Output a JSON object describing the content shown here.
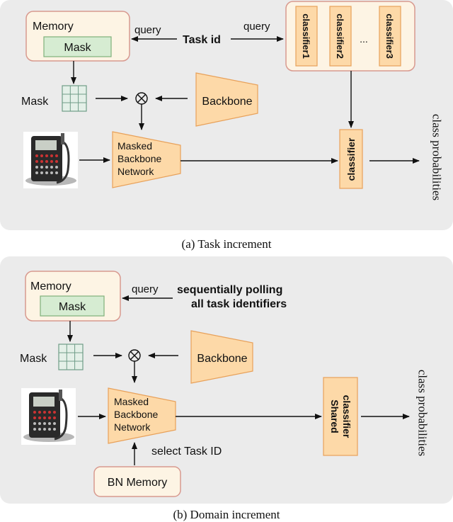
{
  "panel_a": {
    "memory_title": "Memory",
    "mask_label": "Mask",
    "query_left": "query",
    "task_id": "Task id",
    "query_right": "query",
    "classifiers": [
      "classifier1",
      "classifier2",
      "...",
      "classifier3"
    ],
    "mask_text": "Mask",
    "backbone": "Backbone",
    "masked_line1": "Masked",
    "masked_line2": "Backbone",
    "masked_line3": "Network",
    "classifier": "classifier",
    "class_probabilities": "class probabilities",
    "caption": "(a) Task increment"
  },
  "panel_b": {
    "memory_title": "Memory",
    "mask_label": "Mask",
    "query": "query",
    "polling_line1": "sequentially polling",
    "polling_line2": "all task identifiers",
    "mask_text": "Mask",
    "backbone": "Backbone",
    "masked_line1": "Masked",
    "masked_line2": "Backbone",
    "masked_line3": "Network",
    "shared_line1": "Shared",
    "shared_line2": "classifier",
    "class_probabilities": "class probabilities",
    "select_task": "select Task ID",
    "bn_memory": "BN Memory",
    "caption": "(b) Domain increment"
  },
  "colors": {
    "panel_bg": "#ebebeb",
    "memory_fill": "#fdf4e4",
    "memory_border": "#d8998f",
    "mask_fill": "#d6ecd2",
    "mask_border": "#7fb07a",
    "orange_fill": "#fdd9a8",
    "orange_border": "#e8a15a",
    "grid_fill": "#e4f0e8",
    "grid_border": "#6f9c87"
  }
}
